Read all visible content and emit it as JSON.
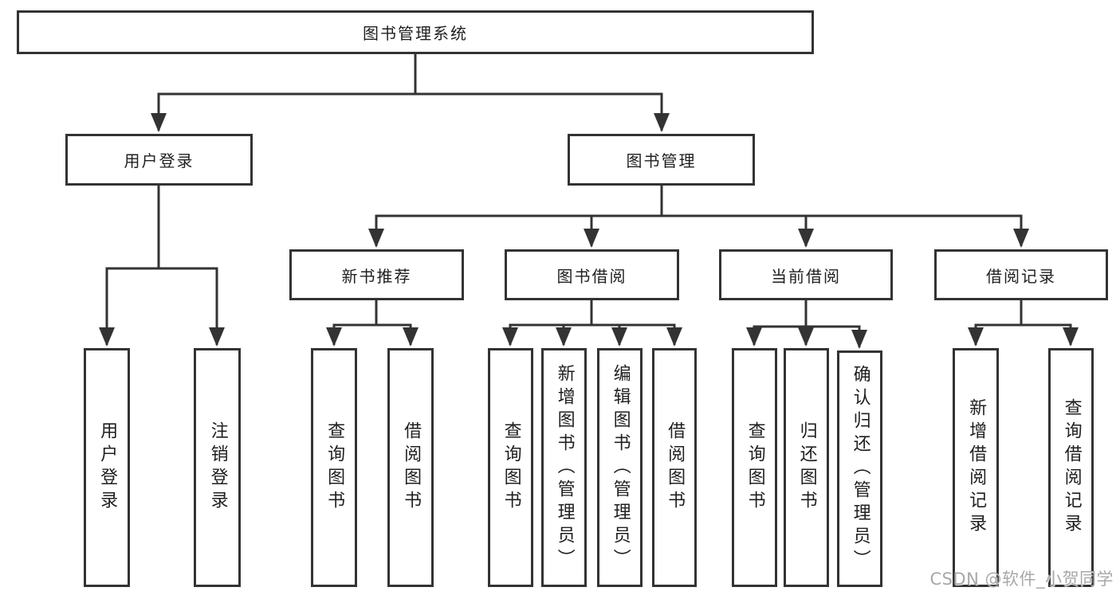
{
  "root": {
    "label": "图书管理系统"
  },
  "branches": [
    {
      "label": "用户登录",
      "children": [
        {
          "label": "用户登录"
        },
        {
          "label": "注销登录"
        }
      ]
    },
    {
      "label": "图书管理",
      "children": [
        {
          "label": "新书推荐",
          "children": [
            {
              "label": "查询图书"
            },
            {
              "label": "借阅图书"
            }
          ]
        },
        {
          "label": "图书借阅",
          "children": [
            {
              "label": "查询图书"
            },
            {
              "label": "新增图书（管理员）"
            },
            {
              "label": "编辑图书（管理员）"
            },
            {
              "label": "借阅图书"
            }
          ]
        },
        {
          "label": "当前借阅",
          "children": [
            {
              "label": "查询图书"
            },
            {
              "label": "归还图书"
            },
            {
              "label": "确认归还（管理员）"
            }
          ]
        },
        {
          "label": "借阅记录",
          "children": [
            {
              "label": "新增借阅记录"
            },
            {
              "label": "查询借阅记录"
            }
          ]
        }
      ]
    }
  ],
  "watermark": "CSDN @软件_小贺同学",
  "colors": {
    "line": "#333333",
    "box_border": "#333333",
    "text": "#1f1f1f",
    "background": "#ffffff",
    "watermark": "#a8a8a8"
  }
}
